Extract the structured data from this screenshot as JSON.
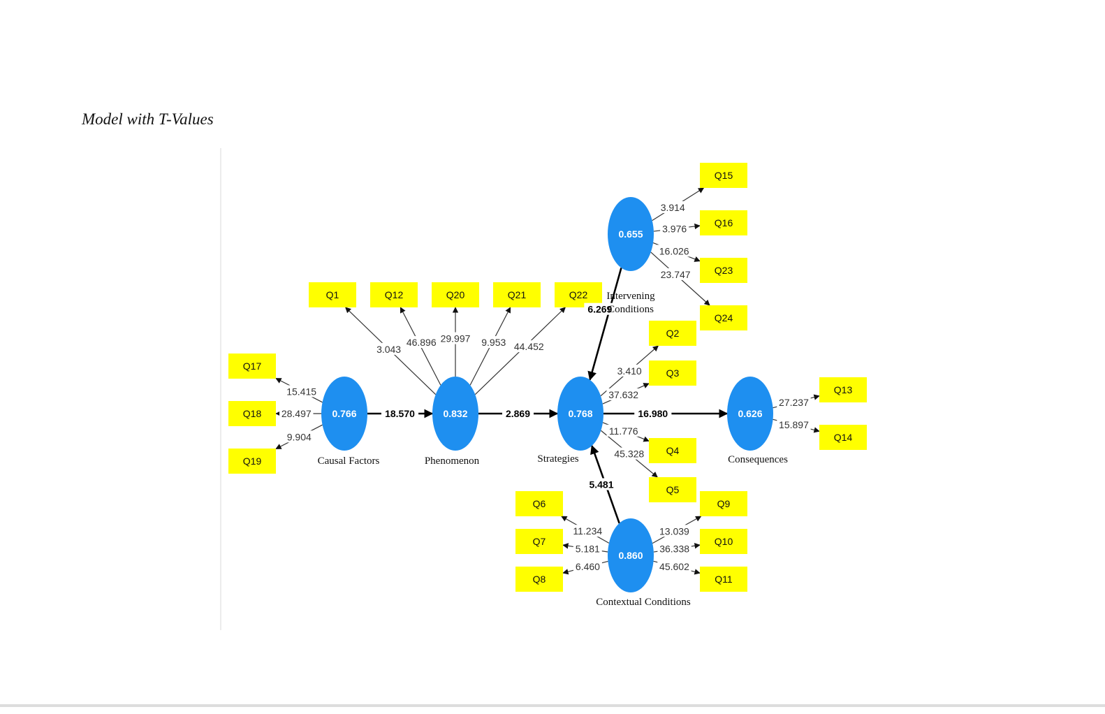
{
  "caption": "Model with T-Values",
  "constructs": [
    {
      "id": "causal",
      "name": "Causal Factors",
      "value": "0.766"
    },
    {
      "id": "phen",
      "name": "Phenomenon",
      "value": "0.832"
    },
    {
      "id": "strat",
      "name": "Strategies",
      "value": "0.768"
    },
    {
      "id": "cons",
      "name": "Consequences",
      "value": "0.626"
    },
    {
      "id": "interv",
      "name": "Intervening Conditions",
      "value": "0.655"
    },
    {
      "id": "context",
      "name": "Contextual Conditions",
      "value": "0.860"
    }
  ],
  "indicators": [
    "Q1",
    "Q2",
    "Q3",
    "Q4",
    "Q5",
    "Q6",
    "Q7",
    "Q8",
    "Q9",
    "Q10",
    "Q11",
    "Q12",
    "Q13",
    "Q14",
    "Q15",
    "Q16",
    "Q17",
    "Q18",
    "Q19",
    "Q20",
    "Q21",
    "Q22",
    "Q23",
    "Q24"
  ],
  "structural_paths": [
    {
      "from": "causal",
      "to": "phen",
      "t": "18.570"
    },
    {
      "from": "phen",
      "to": "strat",
      "t": "2.869"
    },
    {
      "from": "strat",
      "to": "cons",
      "t": "16.980"
    },
    {
      "from": "interv",
      "to": "strat",
      "t": "6.269"
    },
    {
      "from": "context",
      "to": "strat",
      "t": "5.481"
    }
  ],
  "loadings": [
    {
      "construct": "causal",
      "indicator": "Q17",
      "t": "15.415"
    },
    {
      "construct": "causal",
      "indicator": "Q18",
      "t": "28.497"
    },
    {
      "construct": "causal",
      "indicator": "Q19",
      "t": "9.904"
    },
    {
      "construct": "phen",
      "indicator": "Q1",
      "t": "3.043"
    },
    {
      "construct": "phen",
      "indicator": "Q12",
      "t": "46.896"
    },
    {
      "construct": "phen",
      "indicator": "Q20",
      "t": "29.997"
    },
    {
      "construct": "phen",
      "indicator": "Q21",
      "t": "9.953"
    },
    {
      "construct": "phen",
      "indicator": "Q22",
      "t": "44.452"
    },
    {
      "construct": "strat",
      "indicator": "Q2",
      "t": "3.410"
    },
    {
      "construct": "strat",
      "indicator": "Q3",
      "t": "37.632"
    },
    {
      "construct": "strat",
      "indicator": "Q4",
      "t": "11.776"
    },
    {
      "construct": "strat",
      "indicator": "Q5",
      "t": "45.328"
    },
    {
      "construct": "cons",
      "indicator": "Q13",
      "t": "27.237"
    },
    {
      "construct": "cons",
      "indicator": "Q14",
      "t": "15.897"
    },
    {
      "construct": "interv",
      "indicator": "Q15",
      "t": "3.914"
    },
    {
      "construct": "interv",
      "indicator": "Q16",
      "t": "3.976"
    },
    {
      "construct": "interv",
      "indicator": "Q23",
      "t": "16.026"
    },
    {
      "construct": "interv",
      "indicator": "Q24",
      "t": "23.747"
    },
    {
      "construct": "context",
      "indicator": "Q6",
      "t": "11.234"
    },
    {
      "construct": "context",
      "indicator": "Q7",
      "t": "5.181"
    },
    {
      "construct": "context",
      "indicator": "Q8",
      "t": "6.460"
    },
    {
      "construct": "context",
      "indicator": "Q9",
      "t": "13.039"
    },
    {
      "construct": "context",
      "indicator": "Q10",
      "t": "36.338"
    },
    {
      "construct": "context",
      "indicator": "Q11",
      "t": "45.602"
    }
  ],
  "colors": {
    "construct_fill": "#1e8ff0",
    "indicator_fill": "#ffff00",
    "arrow": "#000000"
  }
}
